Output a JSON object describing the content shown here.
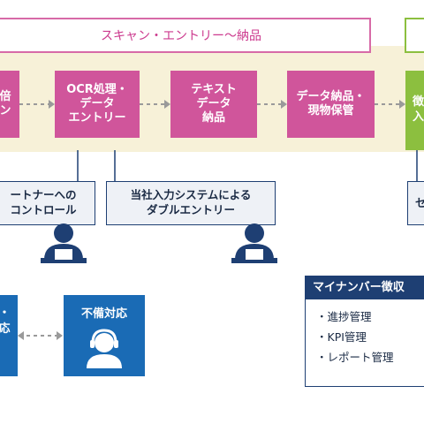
{
  "scan_banner": "スキャン・エントリー〜納品",
  "flow": {
    "step1_partial": "ン",
    "step1_partial_top": "倍",
    "step2": [
      "OCR処理・",
      "データ",
      "エントリー"
    ],
    "step3": [
      "テキスト",
      "データ",
      "納品"
    ],
    "step4": [
      "データ納品・",
      "現物保管"
    ],
    "step5_partial": [
      "徴",
      "入"
    ]
  },
  "callouts": {
    "partner": [
      "ートナーへの",
      "コントロール"
    ],
    "in_house": [
      "当社入力システムによる",
      "ダブルエントリー"
    ],
    "right_partial": "セ"
  },
  "support": {
    "left_partial": [
      "・",
      "応"
    ],
    "support_box": "不備対応"
  },
  "kpi_panel": {
    "title": "マイナンバー徴収",
    "items": [
      "・進捗管理",
      "・KPI管理",
      "・レポート管理"
    ]
  },
  "colors": {
    "pink": "#d0559b",
    "green": "#8cbf3f",
    "navy": "#1e3f73",
    "blue": "#1a6bb5",
    "band": "#f7f1d8"
  }
}
